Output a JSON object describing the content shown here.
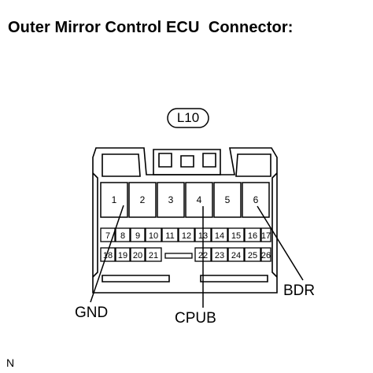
{
  "title": "Outer Mirror Control ECU  Connector:",
  "connector_id": "L10",
  "pins_top": [
    "1",
    "2",
    "3",
    "4",
    "5",
    "6"
  ],
  "pins_row2": [
    "7",
    "8",
    "9",
    "10",
    "11",
    "12",
    "13",
    "14",
    "15",
    "16",
    "17"
  ],
  "pins_row3": [
    "18",
    "19",
    "20",
    "21",
    "",
    "",
    "22",
    "23",
    "24",
    "25",
    "26"
  ],
  "labels": {
    "gnd": "GND",
    "cpub": "CPUB",
    "bdr": "BDR"
  },
  "footer_code": "N"
}
